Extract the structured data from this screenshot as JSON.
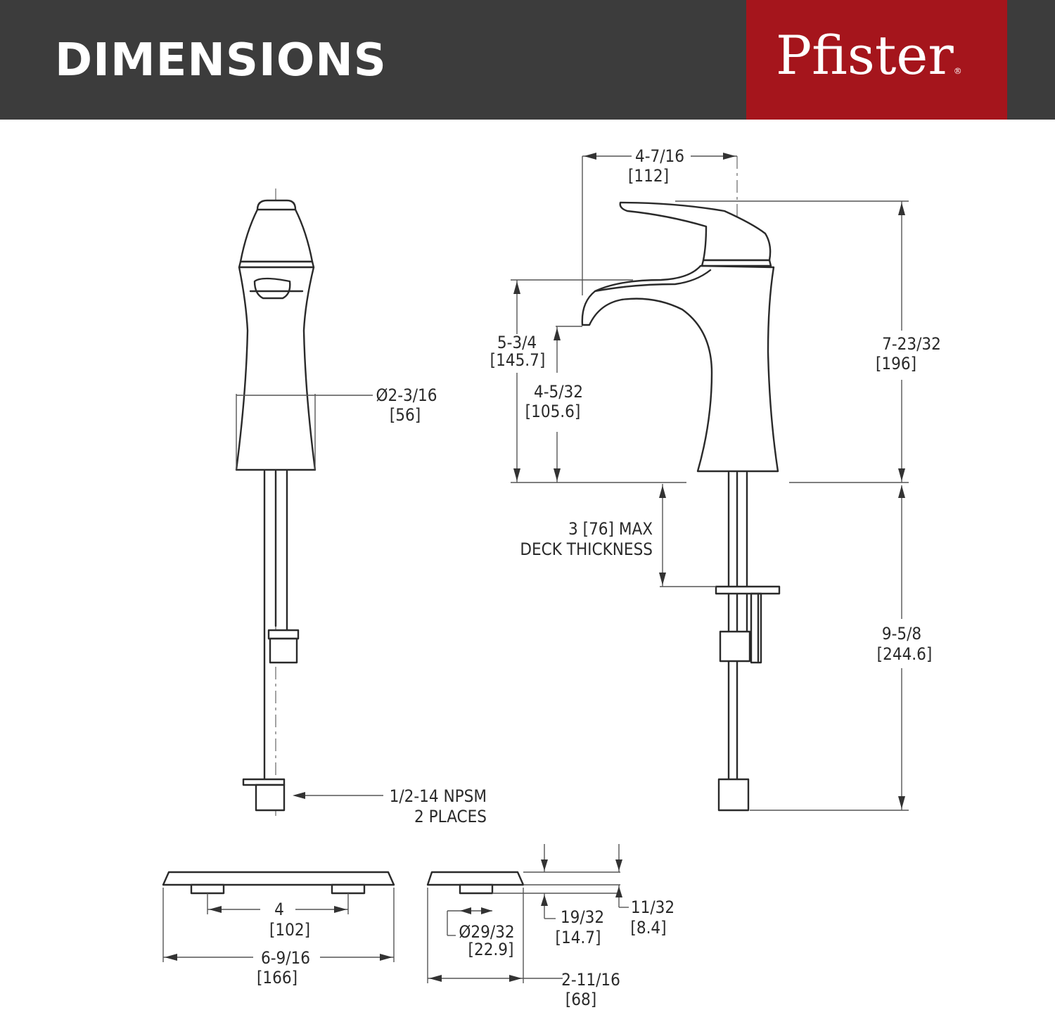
{
  "header": {
    "title": "DIMENSIONS",
    "brand": "Pfister",
    "brand_mark": "®"
  },
  "colors": {
    "header_bg": "#3c3c3c",
    "brand_red": "#a5151c",
    "line": "#2a2a2a"
  },
  "dimensions": {
    "spout_reach": [
      "4-7/16",
      "[112]"
    ],
    "overall_height": [
      "7-23/32",
      "[196]"
    ],
    "spout_height": [
      "5-3/4",
      "[145.7]"
    ],
    "aerator_height": [
      "4-5/32",
      "[105.6]"
    ],
    "base_diameter": [
      "Ø2-3/16",
      "[56]"
    ],
    "deck_thickness": [
      "3  [76]  MAX",
      "DECK  THICKNESS"
    ],
    "shank_length": [
      "9-5/8",
      "[244.6]"
    ],
    "supply_thread": [
      "1/2-14  NPSM",
      "2  PLACES"
    ],
    "plate_centers": [
      "4",
      "[102]"
    ],
    "plate_width": [
      "6-9/16",
      "[166]"
    ],
    "plate_depth": [
      "2-11/16",
      "[68]"
    ],
    "hole_diameter": [
      "Ø29/32",
      "[22.9]"
    ],
    "plate_offset": [
      "19/32",
      "[14.7]"
    ],
    "plate_thickness": [
      "11/32",
      "[8.4]"
    ]
  }
}
